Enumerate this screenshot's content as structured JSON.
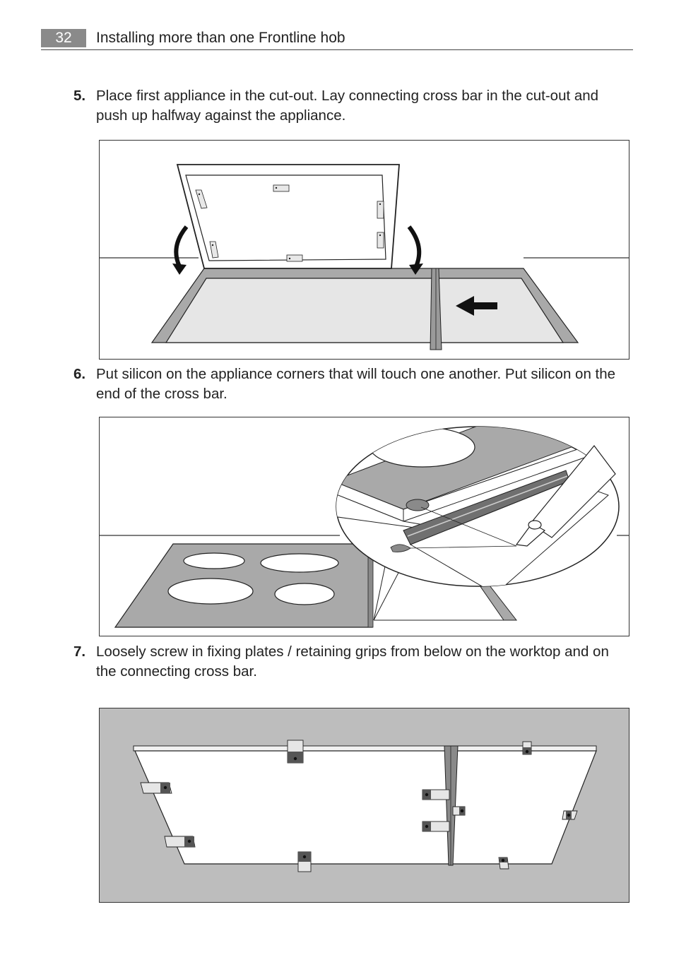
{
  "header": {
    "page_number": "32",
    "title": "Installing more than one Frontline hob"
  },
  "steps": [
    {
      "number": "5.",
      "text": "Place first appliance in the cut-out. Lay connecting cross bar in the cut-out and push up halfway against the appliance."
    },
    {
      "number": "6.",
      "text": "Put silicon on the appliance corners that will touch one another. Put silicon on the end of the cross bar."
    },
    {
      "number": "7.",
      "text": "Loosely screw in fixing plates / retaining grips from below on the worktop and on the connecting cross bar."
    }
  ],
  "colors": {
    "page_number_bg": "#8a8a8a",
    "worktop_grey": "#a9a9a9",
    "background_grey": "#bdbdbd",
    "cutout_light": "#e6e6e6"
  },
  "icons": [
    "arrow-left-icon",
    "curved-arrow-down-icon",
    "silicon-tube-icon"
  ]
}
